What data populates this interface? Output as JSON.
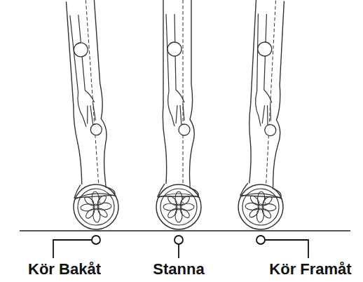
{
  "diagram": {
    "labels": [
      "Kör Bakåt",
      "Stanna",
      "Kör Framåt"
    ]
  }
}
